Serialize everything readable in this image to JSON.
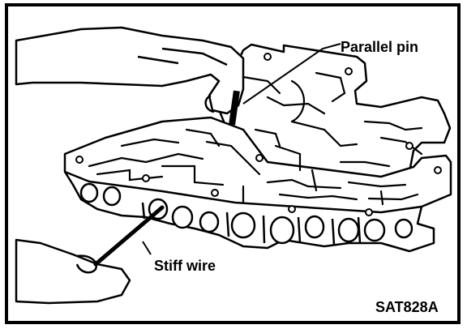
{
  "labels": {
    "parallel_pin": "Parallel pin",
    "stiff_wire": "Stiff wire",
    "figure_code": "SAT828A"
  },
  "colors": {
    "ink": "#000000",
    "paper": "#ffffff"
  }
}
